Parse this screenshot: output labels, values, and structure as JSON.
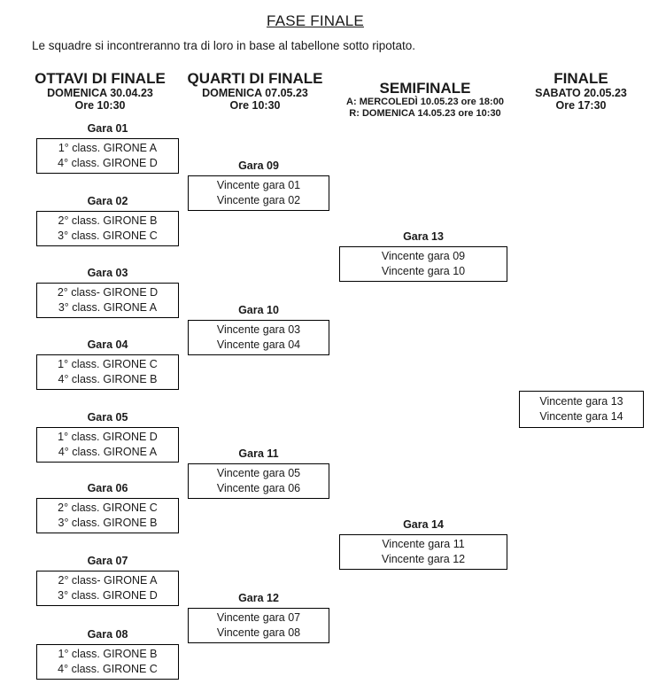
{
  "page": {
    "title": "FASE FINALE",
    "subtitle": "Le squadre si incontreranno tra di loro in base al tabellone sotto ripotato."
  },
  "rounds": [
    {
      "name": "OTTAVI DI FINALE",
      "date": "DOMENICA 30.04.23",
      "time": "Ore 10:30"
    },
    {
      "name": "QUARTI DI FINALE",
      "date": "DOMENICA 07.05.23",
      "time": "Ore 10:30"
    },
    {
      "name": "SEMIFINALE",
      "date": "A: MERCOLEDÌ 10.05.23 ore 18:00",
      "time": "R: DOMENICA 14.05.23 ore 10:30"
    },
    {
      "name": "FINALE",
      "date": "SABATO 20.05.23",
      "time": "Ore 17:30"
    }
  ],
  "matches": [
    {
      "label": "Gara 01",
      "home": "1° class. GIRONE A",
      "away": "4° class. GIRONE D"
    },
    {
      "label": "Gara 02",
      "home": "2° class. GIRONE B",
      "away": "3° class. GIRONE C"
    },
    {
      "label": "Gara 03",
      "home": "2° class- GIRONE D",
      "away": "3° class. GIRONE A"
    },
    {
      "label": "Gara 04",
      "home": "1° class. GIRONE C",
      "away": "4° class. GIRONE B"
    },
    {
      "label": "Gara 05",
      "home": "1° class. GIRONE D",
      "away": "4° class. GIRONE A"
    },
    {
      "label": "Gara 06",
      "home": "2° class. GIRONE C",
      "away": "3° class. GIRONE B"
    },
    {
      "label": "Gara 07",
      "home": "2° class- GIRONE A",
      "away": "3° class. GIRONE D"
    },
    {
      "label": "Gara 08",
      "home": "1° class. GIRONE B",
      "away": "4° class. GIRONE C"
    },
    {
      "label": "Gara 09",
      "home": "Vincente gara 01",
      "away": "Vincente gara 02"
    },
    {
      "label": "Gara 10",
      "home": "Vincente gara 03",
      "away": "Vincente gara 04"
    },
    {
      "label": "Gara 11",
      "home": "Vincente gara 05",
      "away": "Vincente gara 06"
    },
    {
      "label": "Gara 12",
      "home": "Vincente gara 07",
      "away": "Vincente gara 08"
    },
    {
      "label": "Gara 13",
      "home": "Vincente gara 09",
      "away": "Vincente gara 10"
    },
    {
      "label": "Gara 14",
      "home": "Vincente gara 11",
      "away": "Vincente gara 12"
    }
  ],
  "final_match": {
    "home": "Vincente gara 13",
    "away": "Vincente gara 14"
  },
  "colors": {
    "text": "#1a1a1a",
    "border": "#000000",
    "background": "#ffffff"
  }
}
